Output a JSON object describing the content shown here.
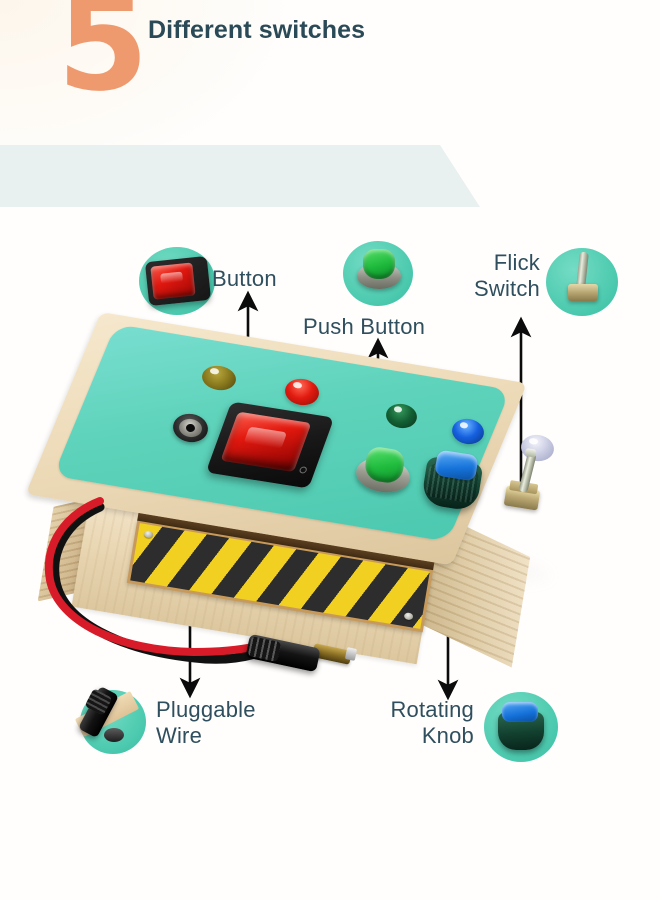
{
  "page": {
    "title": "5 Different switches",
    "background_color": "#fffefd"
  },
  "header": {
    "number": "5",
    "title": "Different switches",
    "number_color": "#ef9a6e",
    "banner_color": "#e9f0f0",
    "text_color": "#2b4a57"
  },
  "callouts": [
    {
      "id": "button",
      "label": "Button",
      "thumbnail": "red-rocker-switch-thumbnail",
      "arrow_direction": "up",
      "points_to": "red-rocker-switch"
    },
    {
      "id": "push-button",
      "label": "Push Button",
      "thumbnail": "green-push-button-thumbnail",
      "arrow_direction": "up",
      "points_to": "green-push-button"
    },
    {
      "id": "flick-switch",
      "label_line1": "Flick",
      "label_line2": "Switch",
      "thumbnail": "toggle-switch-thumbnail",
      "arrow_direction": "up",
      "points_to": "toggle-switch"
    },
    {
      "id": "pluggable-wire",
      "label_line1": "Pluggable",
      "label_line2": "Wire",
      "thumbnail": "dc-plug-thumbnail",
      "arrow_direction": "down",
      "points_to": "dc-jack"
    },
    {
      "id": "rotating-knob",
      "label_line1": "Rotating",
      "label_line2": "Knob",
      "thumbnail": "blue-knob-thumbnail",
      "arrow_direction": "down",
      "points_to": "blue-rotating-knob"
    }
  ],
  "product": {
    "name": "wooden-busy-board-switch-panel",
    "panel_color": "#5fd3bb",
    "wood_color": "#ecd9b6",
    "hazard_stripe_colors": [
      "#f2d021",
      "#2d2d2d"
    ],
    "wire_colors": [
      "#d81b28",
      "#1a1a1a"
    ],
    "components": [
      {
        "name": "dc-jack",
        "color": "#2a2a2a"
      },
      {
        "name": "red-rocker-switch",
        "color": "#e2190f"
      },
      {
        "name": "green-push-button",
        "color": "#21bd3f"
      },
      {
        "name": "blue-rotating-knob",
        "color": "#1673da"
      },
      {
        "name": "toggle-switch",
        "color": "#bba873"
      },
      {
        "name": "led-olive",
        "color": "#8a7a1e"
      },
      {
        "name": "led-red",
        "color": "#e21b10"
      },
      {
        "name": "led-dark-green",
        "color": "#135f33"
      },
      {
        "name": "led-blue",
        "color": "#1560e0"
      },
      {
        "name": "led-white",
        "color": "#c9cbe2"
      }
    ]
  }
}
